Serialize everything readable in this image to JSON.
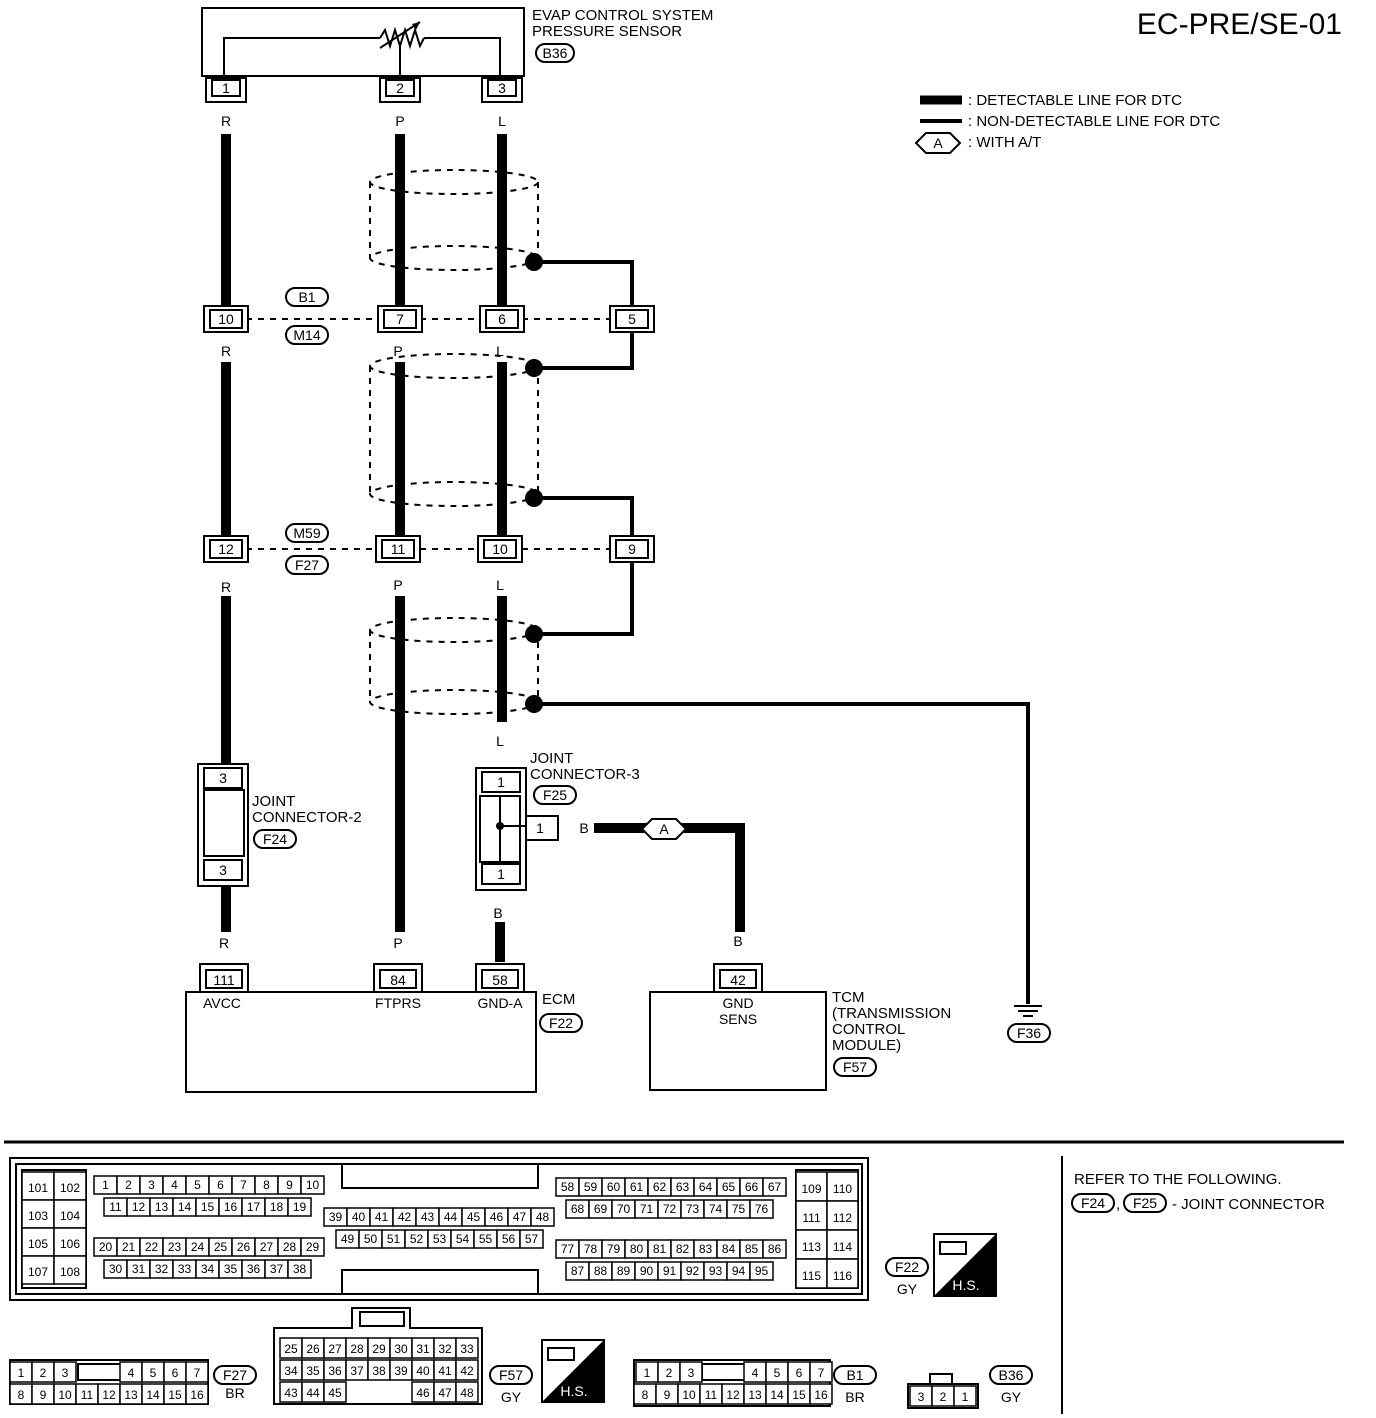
{
  "title": "EC-PRE/SE-01",
  "legend": {
    "detectable": ": DETECTABLE LINE FOR DTC",
    "non_detectable": ": NON-DETECTABLE LINE FOR DTC",
    "option_symbol": "A",
    "option_text": ": WITH A/T"
  },
  "sensor": {
    "name_line1": "EVAP CONTROL SYSTEM",
    "name_line2": "PRESSURE SENSOR",
    "connector": "B36",
    "pins": [
      "1",
      "2",
      "3"
    ]
  },
  "wire_colors": {
    "r": "R",
    "p": "P",
    "l": "L",
    "b": "B"
  },
  "junction1": {
    "pins": [
      "10",
      "7",
      "6",
      "5"
    ],
    "conn_top": "B1",
    "conn_bottom": "M14"
  },
  "junction2": {
    "pins": [
      "12",
      "11",
      "10",
      "9"
    ],
    "conn_top": "M59",
    "conn_bottom": "F27"
  },
  "joint2": {
    "line1": "JOINT",
    "line2": "CONNECTOR-2",
    "connector": "F24",
    "pin_top": "3",
    "pin_bottom": "3"
  },
  "joint3": {
    "line1": "JOINT",
    "line2": "CONNECTOR-3",
    "connector": "F25",
    "pin_top": "1",
    "pin_side": "1",
    "pin_bottom": "1"
  },
  "ecm": {
    "name": "ECM",
    "connector": "F22",
    "pins": [
      "111",
      "84",
      "58"
    ],
    "terminals": [
      "AVCC",
      "FTPRS",
      "GND-A"
    ]
  },
  "tcm": {
    "line1": "TCM",
    "line2": "(TRANSMISSION",
    "line3": "CONTROL",
    "line4": "MODULE)",
    "connector": "F57",
    "pin": "42",
    "terminal_line1": "GND",
    "terminal_line2": "SENS"
  },
  "ground": {
    "connector": "F36"
  },
  "refer": {
    "line1": "REFER TO THE FOLLOWING.",
    "c1": "F24",
    "c2": "F25",
    "text": "- JOINT CONNECTOR"
  },
  "connectors": {
    "f22": {
      "label": "F22",
      "color": "GY",
      "hs": "H.S.",
      "left_cols": [
        [
          "101",
          "103",
          "105",
          "107"
        ],
        [
          "102",
          "104",
          "106",
          "108"
        ]
      ],
      "g1r1": [
        "1",
        "2",
        "3",
        "4",
        "5",
        "6",
        "7",
        "8",
        "9",
        "10"
      ],
      "g1r2": [
        "11",
        "12",
        "13",
        "14",
        "15",
        "16",
        "17",
        "18",
        "19"
      ],
      "g1r3": [
        "20",
        "21",
        "22",
        "23",
        "24",
        "25",
        "26",
        "27",
        "28",
        "29"
      ],
      "g1r4": [
        "30",
        "31",
        "32",
        "33",
        "34",
        "35",
        "36",
        "37",
        "38"
      ],
      "g2r1": [
        "39",
        "40",
        "41",
        "42",
        "43",
        "44",
        "45",
        "46",
        "47",
        "48"
      ],
      "g2r2": [
        "49",
        "50",
        "51",
        "52",
        "53",
        "54",
        "55",
        "56",
        "57"
      ],
      "g3r1": [
        "58",
        "59",
        "60",
        "61",
        "62",
        "63",
        "64",
        "65",
        "66",
        "67"
      ],
      "g3r2": [
        "68",
        "69",
        "70",
        "71",
        "72",
        "73",
        "74",
        "75",
        "76"
      ],
      "g3r3": [
        "77",
        "78",
        "79",
        "80",
        "81",
        "82",
        "83",
        "84",
        "85",
        "86"
      ],
      "g3r4": [
        "87",
        "88",
        "89",
        "90",
        "91",
        "92",
        "93",
        "94",
        "95"
      ],
      "right_cols": [
        [
          "109",
          "111",
          "113",
          "115"
        ],
        [
          "110",
          "112",
          "114",
          "116"
        ]
      ]
    },
    "f27": {
      "label": "F27",
      "color": "BR",
      "r1a": [
        "1",
        "2",
        "3"
      ],
      "r1b": [
        "4",
        "5",
        "6",
        "7"
      ],
      "r2": [
        "8",
        "9",
        "10",
        "11",
        "12",
        "13",
        "14",
        "15",
        "16"
      ]
    },
    "f57": {
      "label": "F57",
      "color": "GY",
      "hs": "H.S.",
      "r1": [
        "25",
        "26",
        "27",
        "28",
        "29",
        "30",
        "31",
        "32",
        "33"
      ],
      "r2": [
        "34",
        "35",
        "36",
        "37",
        "38",
        "39",
        "40",
        "41",
        "42"
      ],
      "r3a": [
        "43",
        "44",
        "45"
      ],
      "r3b": [
        "46",
        "47",
        "48"
      ]
    },
    "b1": {
      "label": "B1",
      "color": "BR",
      "r1a": [
        "1",
        "2",
        "3"
      ],
      "r1b": [
        "4",
        "5",
        "6",
        "7"
      ],
      "r2": [
        "8",
        "9",
        "10",
        "11",
        "12",
        "13",
        "14",
        "15",
        "16"
      ]
    },
    "b36": {
      "label": "B36",
      "color": "GY",
      "pins": [
        "3",
        "2",
        "1"
      ]
    }
  }
}
